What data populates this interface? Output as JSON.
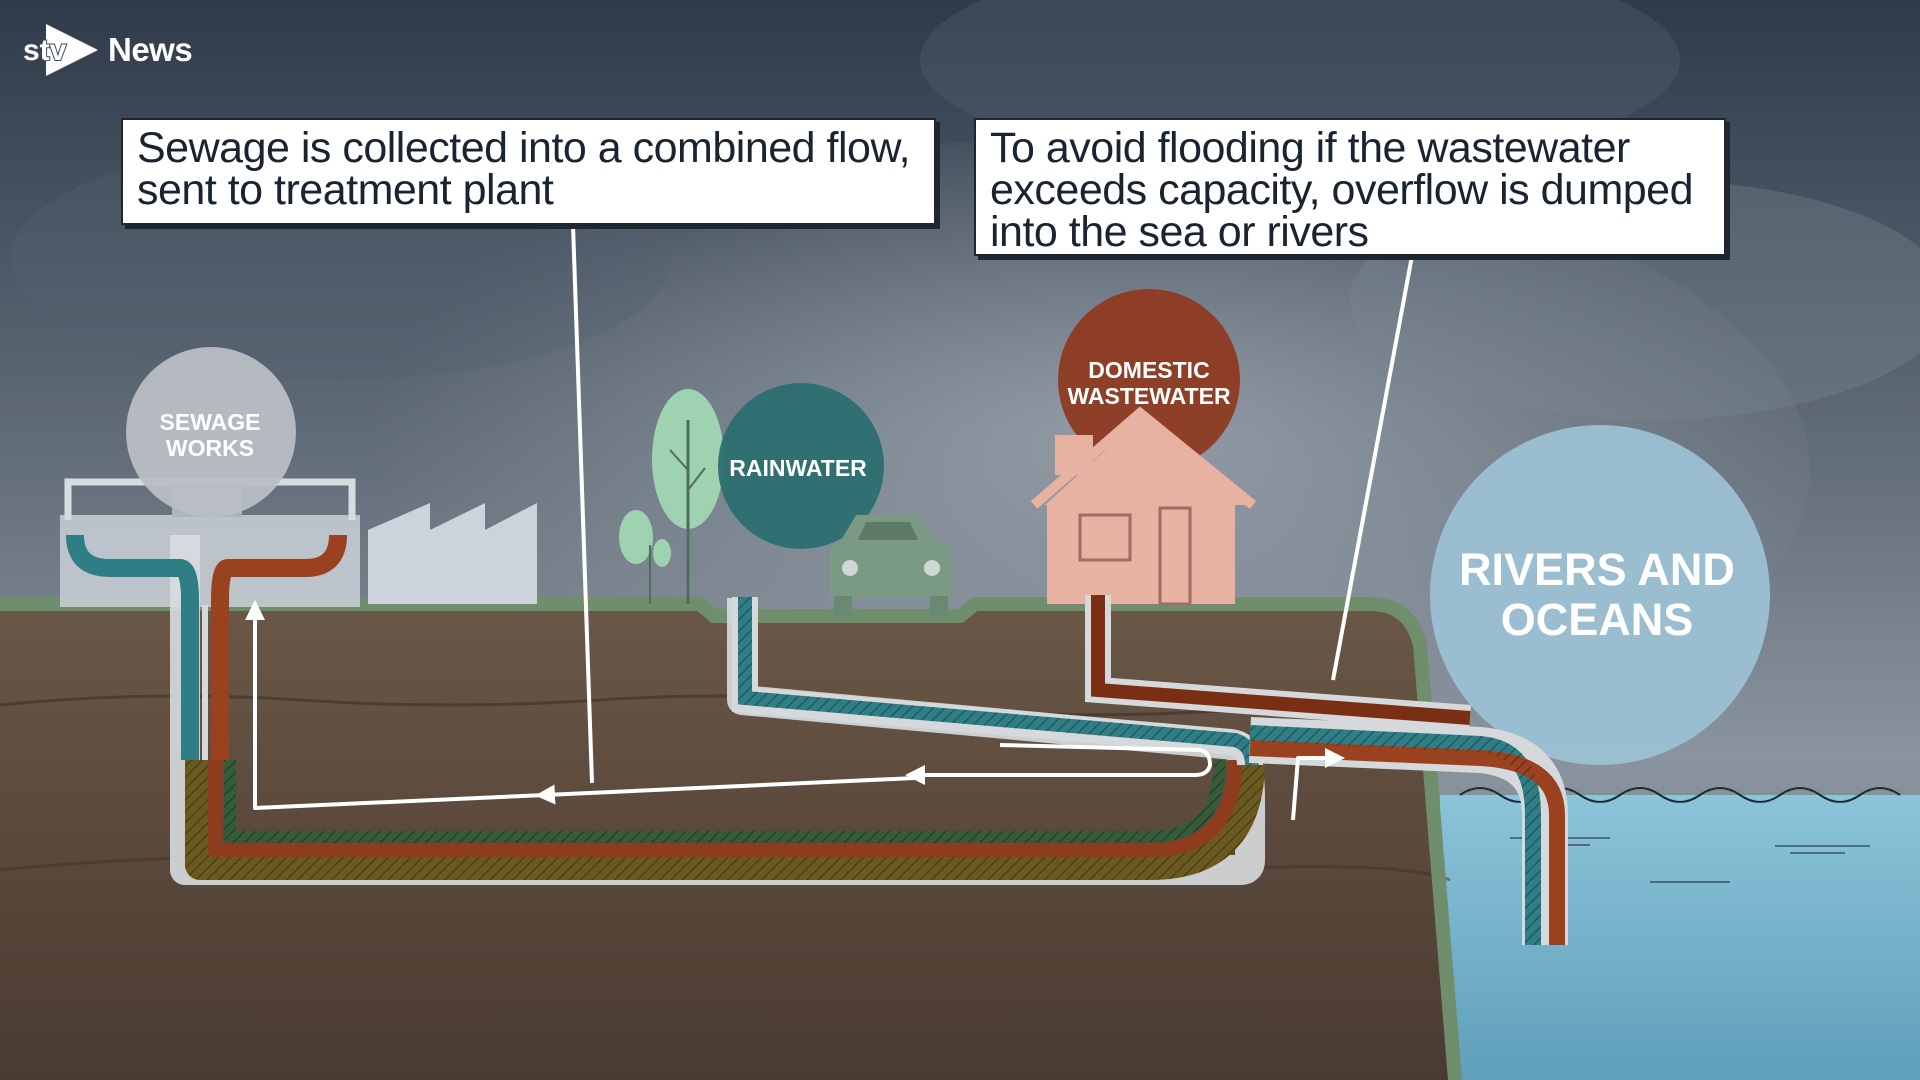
{
  "brand": {
    "logo_text": "stv",
    "news_label": "News"
  },
  "callouts": {
    "left": {
      "lines": [
        "Sewage is collected into a combined flow,",
        "sent to treatment plant"
      ]
    },
    "right": {
      "lines": [
        "To avoid flooding if the wastewater",
        "exceeds capacity, overflow is dumped",
        "into the sea or rivers"
      ]
    }
  },
  "labels": {
    "sewage_works": [
      "SEWAGE",
      "WORKS"
    ],
    "rainwater": "RAINWATER",
    "domestic": [
      "DOMESTIC",
      "WASTEWATER"
    ],
    "rivers": [
      "RIVERS AND",
      "OCEANS"
    ]
  },
  "colors": {
    "sky_dark": "#2f3b4a",
    "sky_light": "#7d8894",
    "ground": "#5e4d40",
    "grass": "#6f8e6c",
    "sea": "#7eb6cf",
    "rain_pipe": "#2f7e86",
    "waste_pipe": "#9a4220",
    "sewage_circle": "#b9bec4",
    "rain_circle": "#2d6e71",
    "domestic_circle": "#8e3c23",
    "rivers_circle": "#9cc0d4",
    "house": "#e7b2a1",
    "car": "#7b9a84"
  },
  "icons": [
    "tree-icon",
    "car-icon",
    "house-icon",
    "factory-icon",
    "flow-arrow-icon"
  ]
}
